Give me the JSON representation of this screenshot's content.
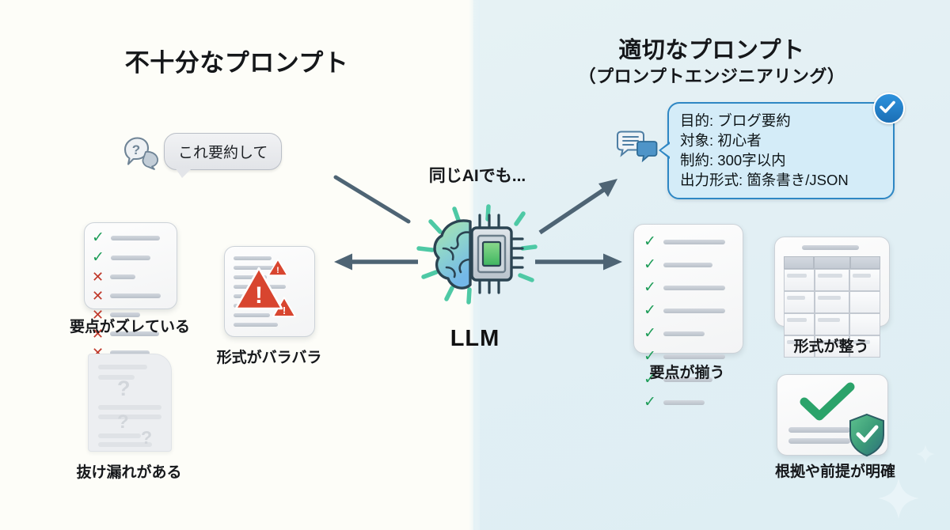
{
  "meta": {
    "colors": {
      "bg_left": "#fdfdf8",
      "bg_right": "#e2eff4",
      "accent_blue": "#2e87c4",
      "bubble_fill": "#d4ecf8",
      "check_green": "#1f9d59",
      "cross_red": "#c0392b",
      "warning_red": "#d8452f",
      "arrow_grey": "#4e6474",
      "ray_teal": "#4ec9a5",
      "text_dark": "#16181b"
    }
  },
  "left_panel": {
    "title": "不十分なプロンプト",
    "speech_bubble": {
      "icon": "question-speech-bubble-icon",
      "text": "これ要約して"
    },
    "outcomes": [
      {
        "id": "misaligned-points",
        "caption": "要点がズレている",
        "icon": "checklist-card-icon",
        "marks": [
          "ok",
          "ok",
          "bad",
          "bad",
          "bad",
          "bad",
          "bad"
        ],
        "ok_symbol": "✓",
        "bad_symbol": "✕"
      },
      {
        "id": "inconsistent-format",
        "caption": "形式がバラバラ",
        "icon": "document-with-warnings-icon",
        "warning_symbol": "!",
        "warning_count": 3
      },
      {
        "id": "missing-info",
        "caption": "抜け漏れがある",
        "icon": "faded-document-icon",
        "question_symbol": "?",
        "question_count": 3
      }
    ]
  },
  "center": {
    "note": "同じAIでも...",
    "llm": {
      "label": "LLM",
      "icon": "brain-chip-icon"
    },
    "arrows": [
      {
        "id": "arrow-to-bad-outputs",
        "icon": "arrow-left-icon",
        "direction": "left"
      },
      {
        "id": "arrow-from-bad-prompt",
        "icon": "diagonal-line-icon",
        "direction": "down-right"
      },
      {
        "id": "arrow-to-good-prompt",
        "icon": "arrow-up-right-icon",
        "direction": "up-right"
      },
      {
        "id": "arrow-to-good-outputs",
        "icon": "arrow-right-icon",
        "direction": "right"
      }
    ]
  },
  "right_panel": {
    "title_main": "適切なプロンプト",
    "title_sub": "（プロンプトエンジニアリング）",
    "prompt_card": {
      "icon": "chat-bubbles-icon",
      "badge_icon": "check-badge-icon",
      "badge_symbol": "✓",
      "lines": [
        "目的: ブログ要約",
        "対象: 初心者",
        "制約: 300字以内",
        "出力形式: 箇条書き/JSON"
      ]
    },
    "outcomes": [
      {
        "id": "aligned-points",
        "caption": "要点が揃う",
        "icon": "checklist-all-green-icon",
        "ok_symbol": "✓",
        "check_count": 8
      },
      {
        "id": "clean-format",
        "caption": "形式が整う",
        "icon": "table-card-icon",
        "table": {
          "columns": 3,
          "header_rows": 1,
          "body_rows": 4
        }
      },
      {
        "id": "clear-grounding",
        "caption": "根拠や前提が明確",
        "icon": "verified-document-icon",
        "check_symbol": "✓",
        "shield_icon": "shield-check-icon"
      }
    ]
  }
}
